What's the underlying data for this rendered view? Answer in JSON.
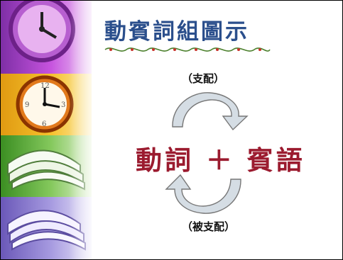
{
  "title": "動賓詞組圖示",
  "top_label": "（支配）",
  "formula": "動詞 ＋ 賓語",
  "bottom_label": "（被支配）",
  "colors": {
    "title": "#2b4f8c",
    "formula": "#9b1b2f",
    "arrow_fill": "#d5dde4",
    "arrow_stroke": "#777"
  },
  "icons": [
    "clock-icon",
    "alarm-clock-icon",
    "book-stack-icon",
    "book-stack-icon",
    "curved-arrow-icon",
    "curved-arrow-icon"
  ]
}
